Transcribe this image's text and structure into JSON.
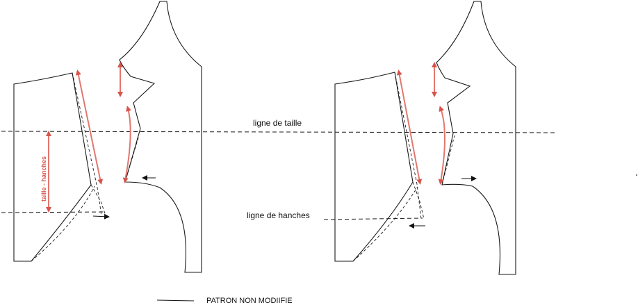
{
  "labels": {
    "waist_line": "ligne de taille",
    "hip_line": "ligne de hanches",
    "waist_hip": "taille - hanches",
    "legend": "PATRON NON MODIIFIE"
  },
  "colors": {
    "measure_arrow": "#e3776e",
    "pattern_line": "#1a1a1a"
  }
}
